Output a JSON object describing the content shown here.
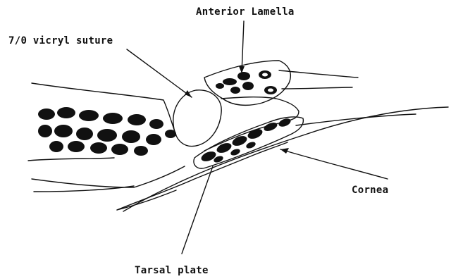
{
  "labels": {
    "anterior_lamella": "Anterior Lamella",
    "vicryl_suture": "7/0 vicryl suture",
    "cornea": "Cornea",
    "tarsal_plate": "Tarsal plate"
  },
  "colors": {
    "ink": "#111111",
    "background": "#ffffff"
  }
}
